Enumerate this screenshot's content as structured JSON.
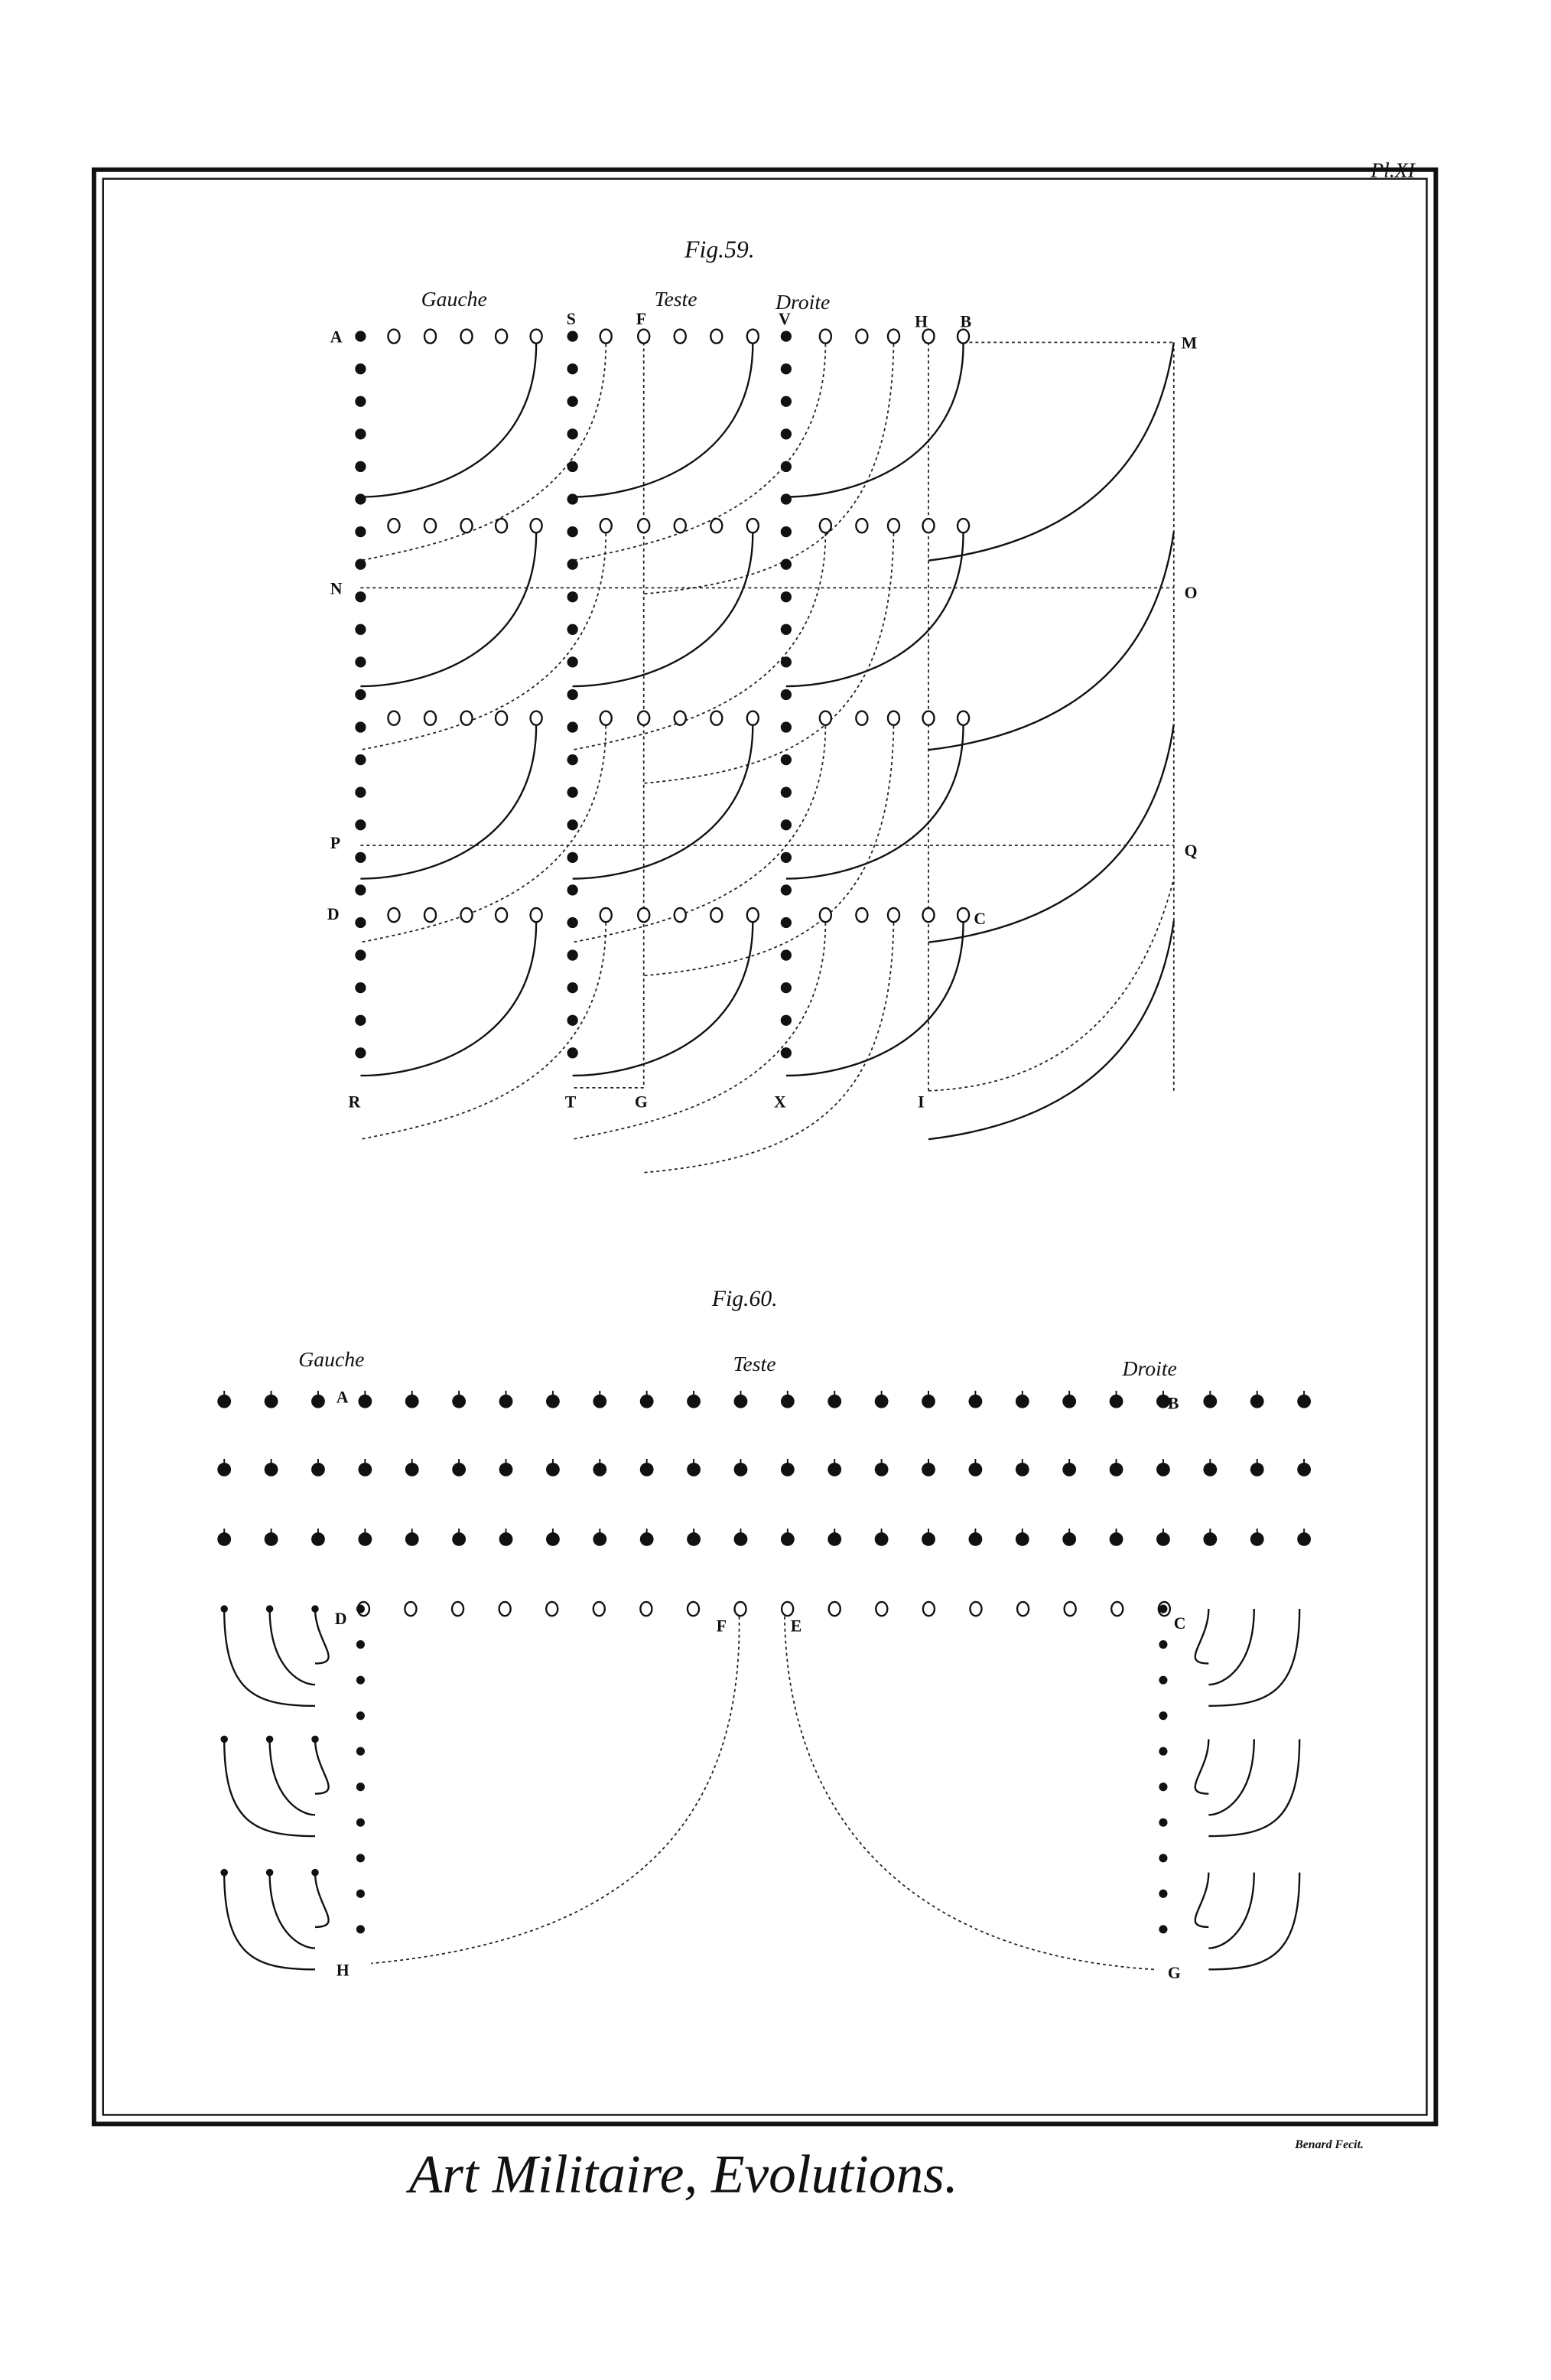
{
  "plate": {
    "plate_number": "Pl.XI",
    "title": "Art Militaire, Evolutions.",
    "engraver": "Benard Fecit."
  },
  "fig59": {
    "title": "Fig.59.",
    "headings": {
      "left": "Gauche",
      "center": "Teste",
      "right": "Droite"
    },
    "points": {
      "A": "A",
      "S": "S",
      "F": "F",
      "V": "V",
      "H": "H",
      "B": "B",
      "M": "M",
      "N": "N",
      "O": "O",
      "P": "P",
      "Q": "Q",
      "D": "D",
      "C": "C",
      "R": "R",
      "T": "T",
      "G": "G",
      "X": "X",
      "I": "I"
    }
  },
  "fig60": {
    "title": "Fig.60.",
    "headings": {
      "left": "Gauche",
      "center": "Teste",
      "right": "Droite"
    },
    "points": {
      "A": "A",
      "B": "B",
      "D": "D",
      "C": "C",
      "F": "F",
      "E": "E",
      "H": "H",
      "G": "G"
    }
  }
}
